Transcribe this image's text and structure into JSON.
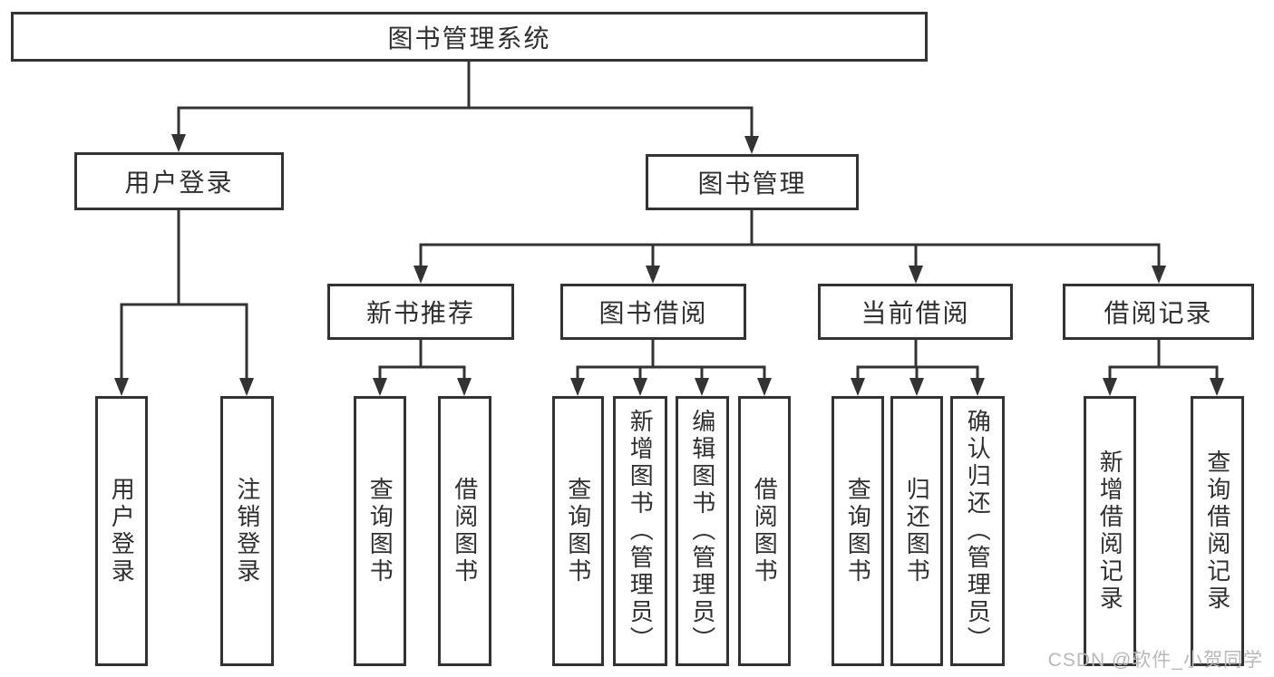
{
  "diagram": {
    "root": {
      "label": "图书管理系统"
    },
    "branches": [
      {
        "label": "用户登录",
        "children": [
          {
            "label": "用户登录"
          },
          {
            "label": "注销登录"
          }
        ]
      },
      {
        "label": "图书管理",
        "children": [
          {
            "label": "新书推荐",
            "children": [
              {
                "label": "查询图书"
              },
              {
                "label": "借阅图书"
              }
            ]
          },
          {
            "label": "图书借阅",
            "children": [
              {
                "label": "查询图书"
              },
              {
                "label": "新增图书（管理员）"
              },
              {
                "label": "编辑图书（管理员）"
              },
              {
                "label": "借阅图书"
              }
            ]
          },
          {
            "label": "当前借阅",
            "children": [
              {
                "label": "查询图书"
              },
              {
                "label": "归还图书"
              },
              {
                "label": "确认归还（管理员）"
              }
            ]
          },
          {
            "label": "借阅记录",
            "children": [
              {
                "label": "新增借阅记录"
              },
              {
                "label": "查询借阅记录"
              }
            ]
          }
        ]
      }
    ],
    "watermark": "CSDN @软件_小贺同学",
    "colors": {
      "line": "#333333",
      "text": "#2f2f2f",
      "watermark": "#b8b8b8",
      "background": "#ffffff"
    }
  }
}
